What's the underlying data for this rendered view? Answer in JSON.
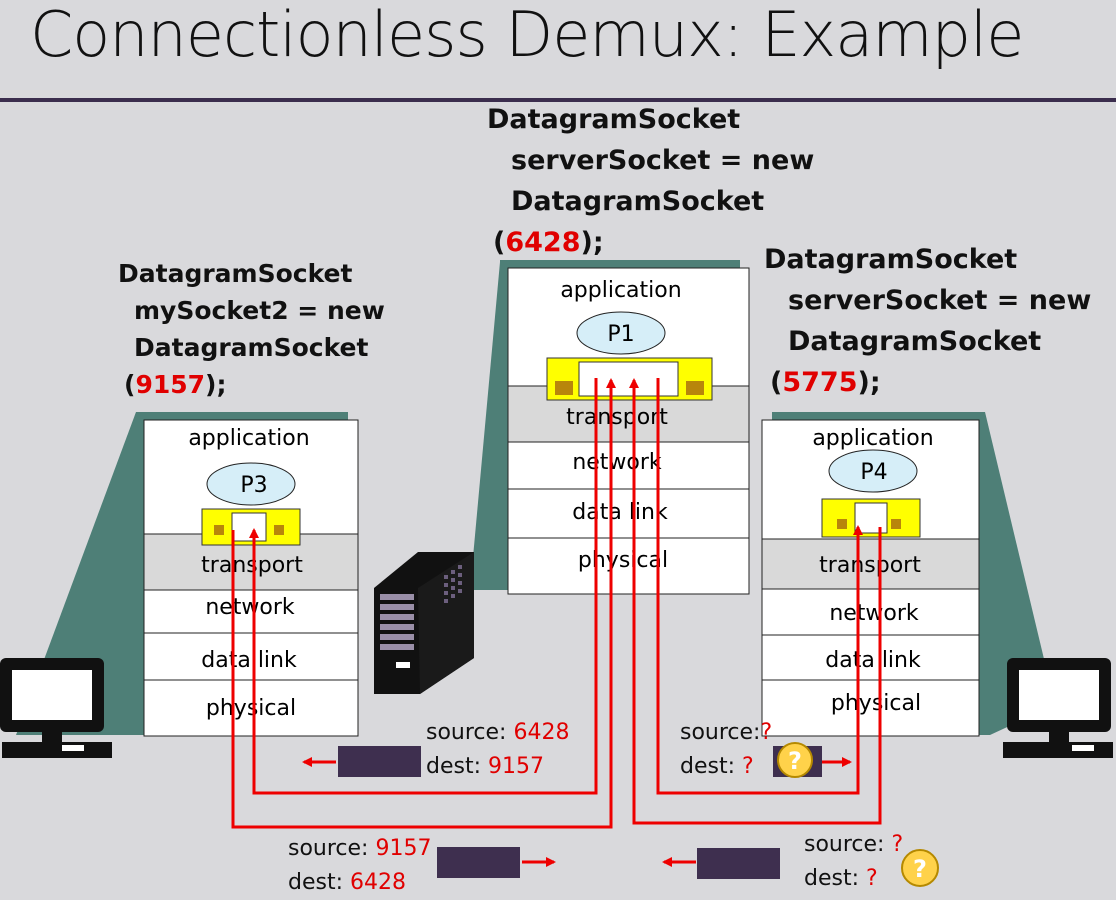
{
  "title": "Connectionless Demux: Example",
  "hosts": {
    "left": {
      "code_line1": "DatagramSocket",
      "code_line2": "mySocket2 = new",
      "code_line3": "DatagramSocket",
      "code_paren_open": "(",
      "code_port": "9157",
      "code_paren_close": ");",
      "process": "P3",
      "layers": [
        "application",
        "transport",
        "network",
        "data link",
        "physical"
      ]
    },
    "server": {
      "code_line1": "DatagramSocket",
      "code_line2": "serverSocket = new",
      "code_line3": "DatagramSocket",
      "code_paren_open": "(",
      "code_port": "6428",
      "code_paren_close": ");",
      "process": "P1",
      "layers": [
        "application",
        "transport",
        "network",
        "data link",
        "physical"
      ]
    },
    "right": {
      "code_line1": "DatagramSocket",
      "code_line2": "serverSocket = new",
      "code_line3": "DatagramSocket",
      "code_paren_open": "(",
      "code_port": "5775",
      "code_paren_close": ");",
      "process": "P4",
      "layers": [
        "application",
        "transport",
        "network",
        "data link",
        "physical"
      ]
    }
  },
  "segments": {
    "reply_left": {
      "source_label": "source:",
      "source_value": "6428",
      "dest_label": "dest:",
      "dest_value": "9157"
    },
    "reply_right": {
      "source_label": "source:",
      "source_value": "?",
      "dest_label": "dest:",
      "dest_value": "?"
    },
    "request_left": {
      "source_label": "source:",
      "source_value": "9157",
      "dest_label": "dest:",
      "dest_value": "6428"
    },
    "request_right": {
      "source_label": "source:",
      "source_value": "?",
      "dest_label": "dest:",
      "dest_value": "?"
    }
  },
  "question_badge": "?",
  "colors": {
    "background": "#d9d9dc",
    "teal": "#4e7f77",
    "socket_yellow": "#ffff00",
    "process_bubble": "#d6eef8",
    "arrow_red": "#ee0000",
    "packet_dark": "#3e2f4f",
    "highlight_red": "#e00000",
    "title_rule": "#3b2d4d"
  },
  "icons": [
    "desktop-computer-icon",
    "server-tower-icon",
    "question-mark-icon"
  ]
}
